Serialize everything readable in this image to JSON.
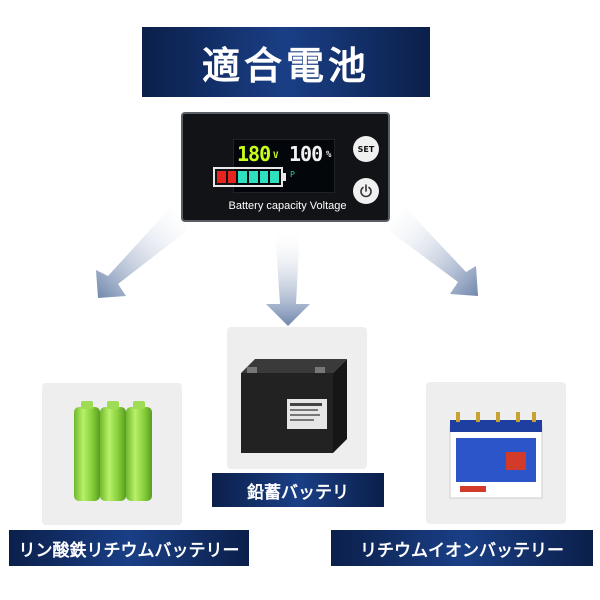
{
  "title": "適合電池",
  "device": {
    "voltage_value": "180",
    "voltage_unit": "V",
    "percent_value": "100",
    "percent_unit": "%",
    "set_button_label": "SET",
    "power_icon": "power-icon",
    "p_indicator": "P",
    "label": "Battery capacity Voltage",
    "bar_segments": [
      "#e8241e",
      "#e8241e",
      "#2fe0c0",
      "#2fe0c0",
      "#2fe0c0",
      "#2fe0c0"
    ]
  },
  "batteries": [
    {
      "label": "リン酸鉄リチウムバッテリー",
      "image": "cylindrical-green-cells"
    },
    {
      "label": "鉛蓄バッテリ",
      "image": "lead-acid-battery"
    },
    {
      "label": "リチウムイオンバッテリー",
      "image": "large-blue-battery"
    }
  ],
  "colors": {
    "banner_dark": "#0b1f4a",
    "banner_mid": "#1a3f86",
    "arrow": "#7a8fb0"
  }
}
